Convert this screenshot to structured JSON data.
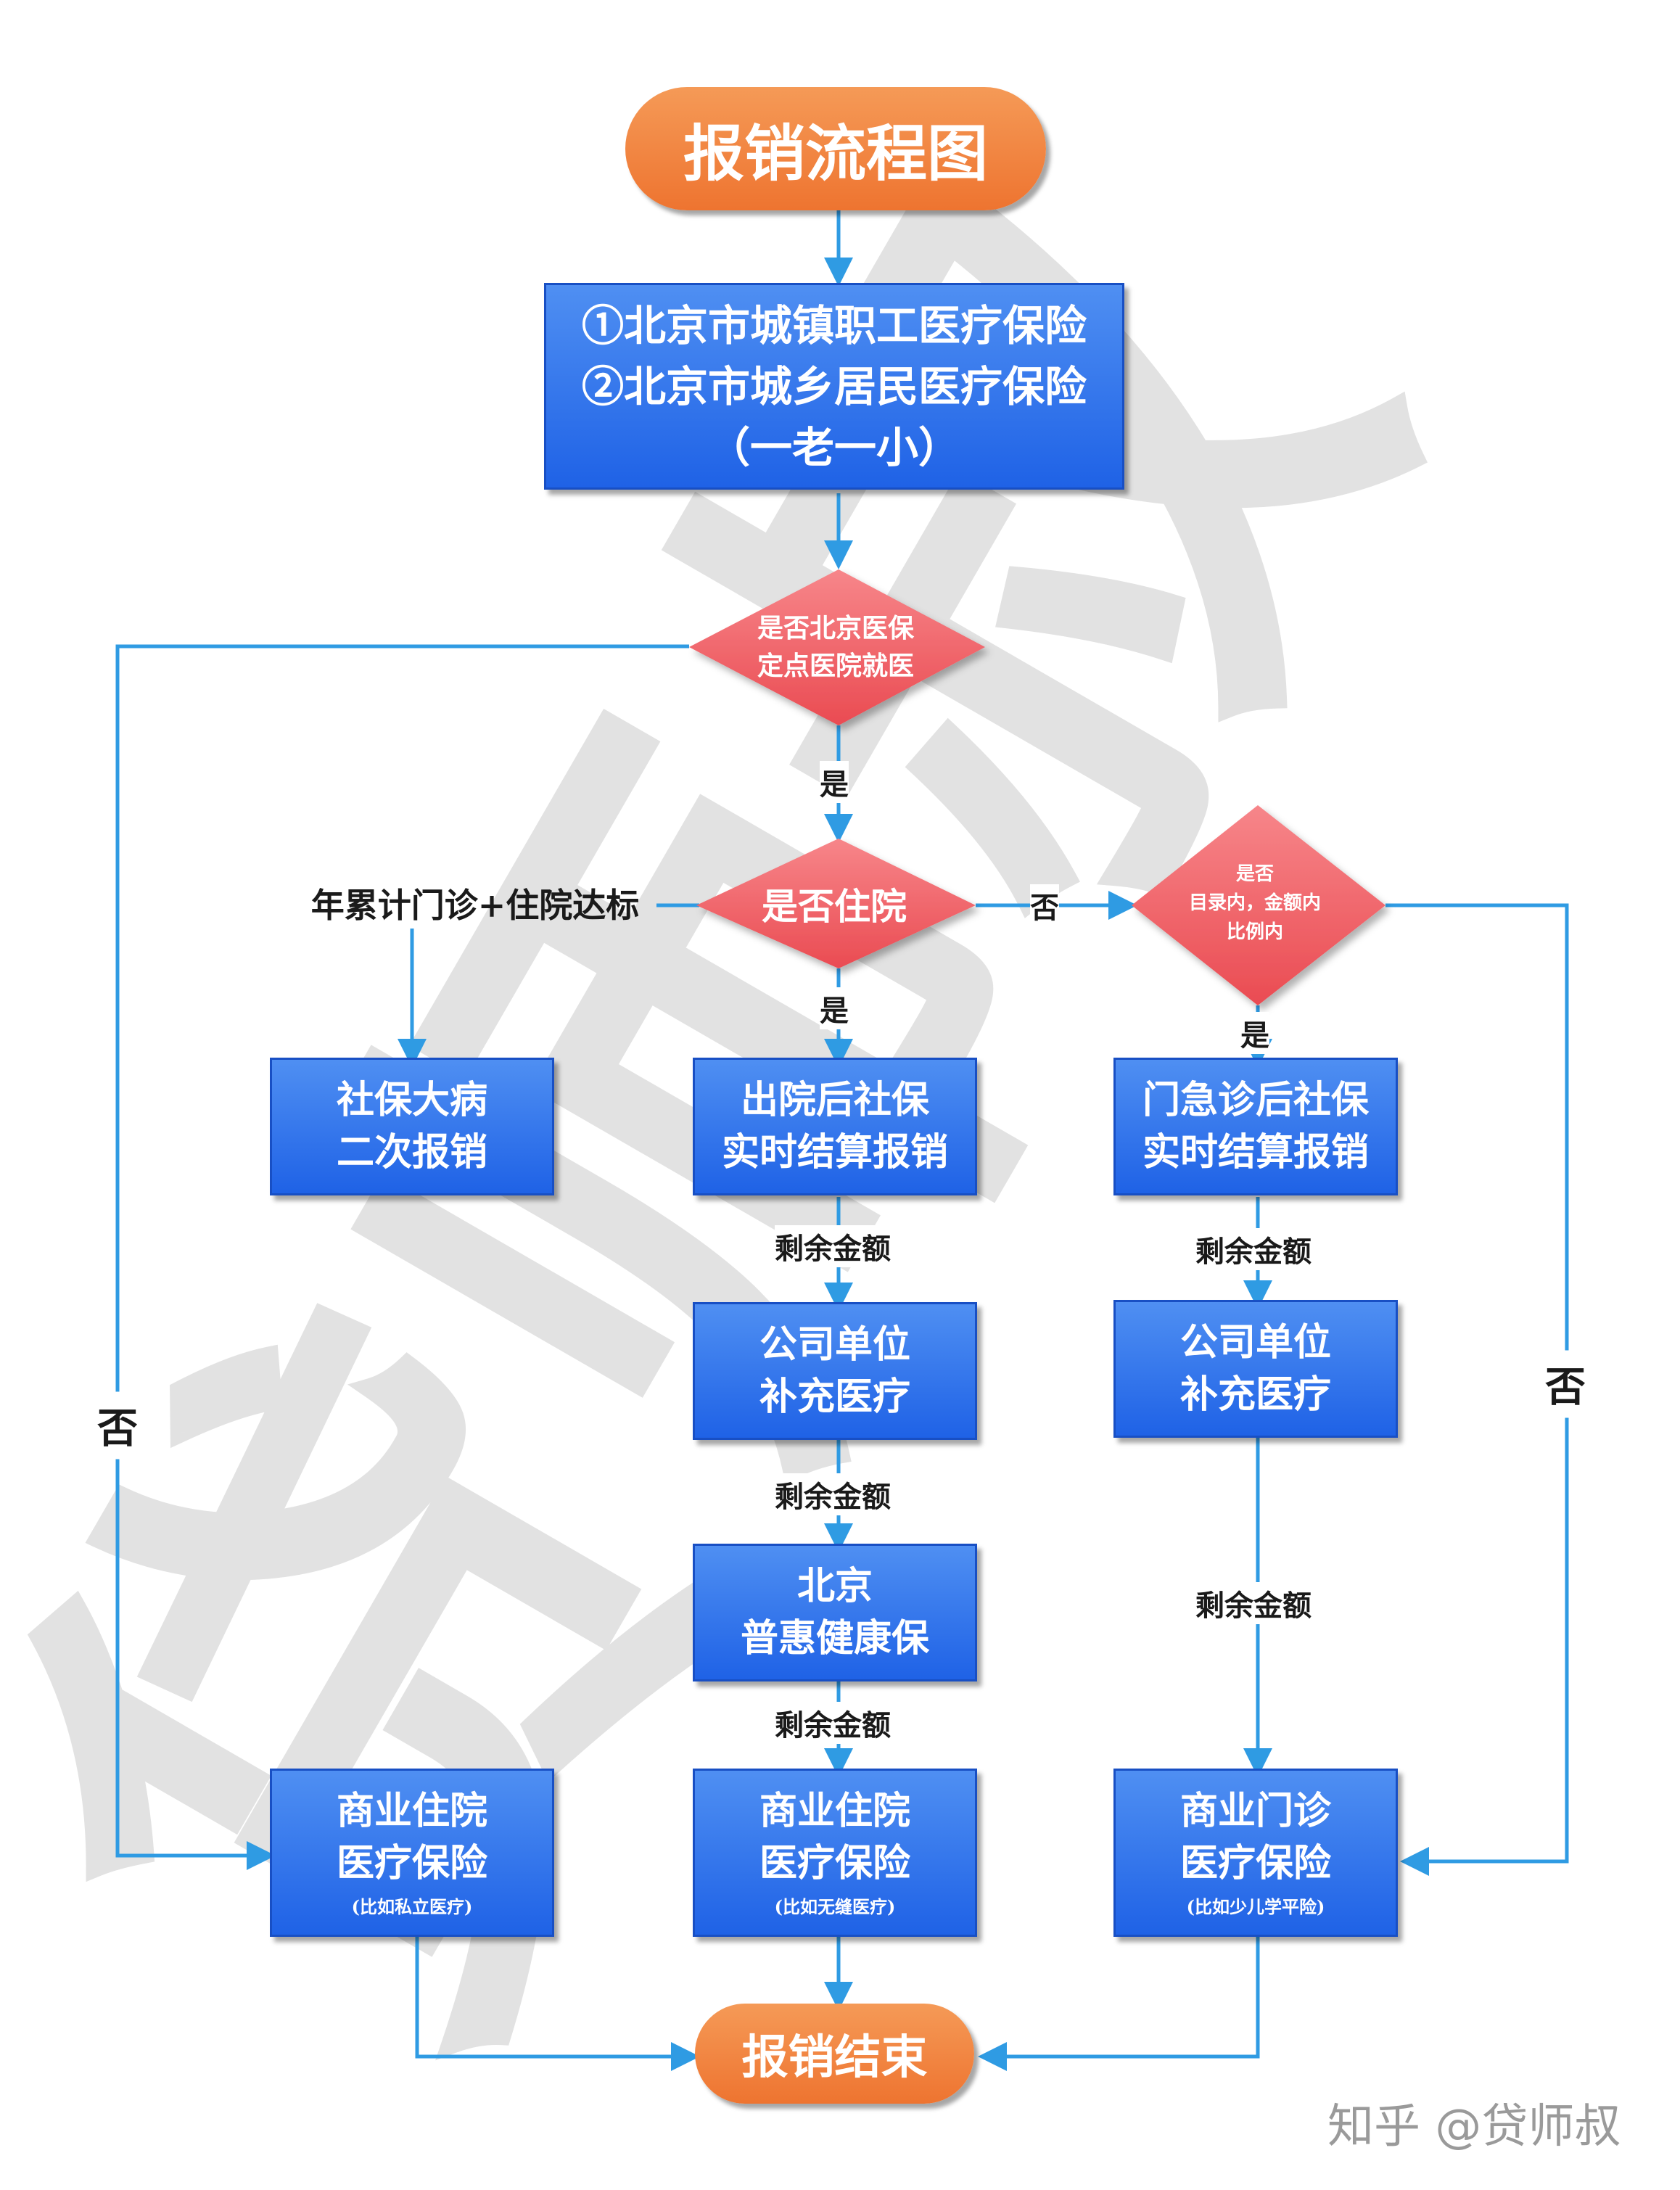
{
  "watermark": {
    "text": "贷师叔"
  },
  "credit": "知乎 @贷师叔",
  "start": "报销流程图",
  "insurance": {
    "line1": "①北京市城镇职工医疗保险",
    "line2": "②北京市城乡居民医疗保险",
    "line3": "（一老一小）"
  },
  "decision1": {
    "line1": "是否北京医保",
    "line2": "定点医院就医"
  },
  "decision2": "是否住院",
  "decision3": {
    "line1": "是否",
    "line2": "目录内，金额内",
    "line3": "比例内"
  },
  "labels": {
    "yes1": "是",
    "yes2": "是",
    "yes3": "是",
    "no_outpatient": "否",
    "no_left": "否",
    "no_right": "否",
    "annual": "年累计门诊+住院达标",
    "rem1": "剩余金额",
    "rem2": "剩余金额",
    "rem3": "剩余金额",
    "rem4": "剩余金额",
    "rem5": "剩余金额"
  },
  "boxes": {
    "major_illness": {
      "line1": "社保大病",
      "line2": "二次报销"
    },
    "discharge": {
      "line1": "出院后社保",
      "line2": "实时结算报销"
    },
    "outpatient": {
      "line1": "门急诊后社保",
      "line2": "实时结算报销"
    },
    "company_mid": {
      "line1": "公司单位",
      "line2": "补充医疗"
    },
    "company_right": {
      "line1": "公司单位",
      "line2": "补充医疗"
    },
    "puhui": {
      "line1": "北京",
      "line2": "普惠健康保"
    },
    "comm_left": {
      "line1": "商业住院",
      "line2": "医疗保险",
      "note": "(比如私立医疗)"
    },
    "comm_mid": {
      "line1": "商业住院",
      "line2": "医疗保险",
      "note": "(比如无缝医疗)"
    },
    "comm_right": {
      "line1": "商业门诊",
      "line2": "医疗保险",
      "note": "(比如少儿学平险)"
    }
  },
  "end": "报销结束",
  "colors": {
    "arrow": "#2f9be3",
    "box": "#2f70ea",
    "diamond": "#ef5a5f",
    "pill": "#f0813d"
  }
}
